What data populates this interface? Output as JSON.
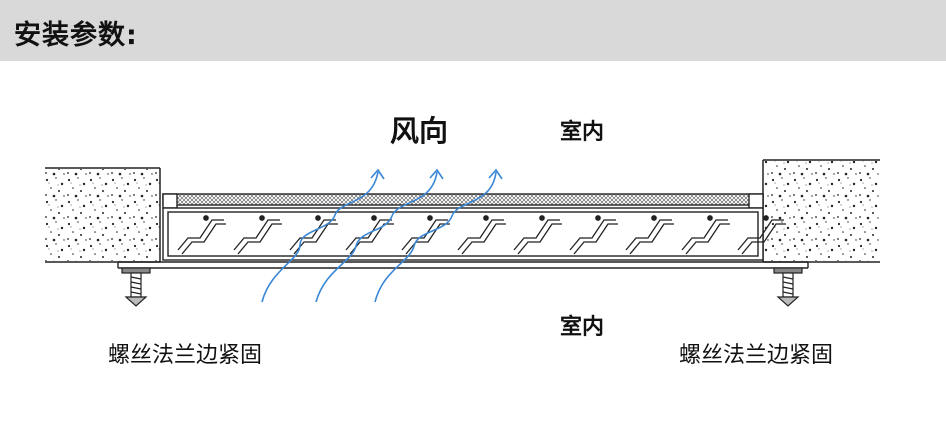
{
  "header": {
    "title": "安装参数:"
  },
  "diagram": {
    "wind_direction_label": "风向",
    "indoor_top_label": "室内",
    "indoor_bottom_label": "室内",
    "left_note": "螺丝法兰边紧固",
    "right_note": "螺丝法兰边紧固"
  },
  "colors": {
    "header_bg": "#d9d9d9",
    "airflow": "#3a87d6",
    "line": "#222222"
  }
}
